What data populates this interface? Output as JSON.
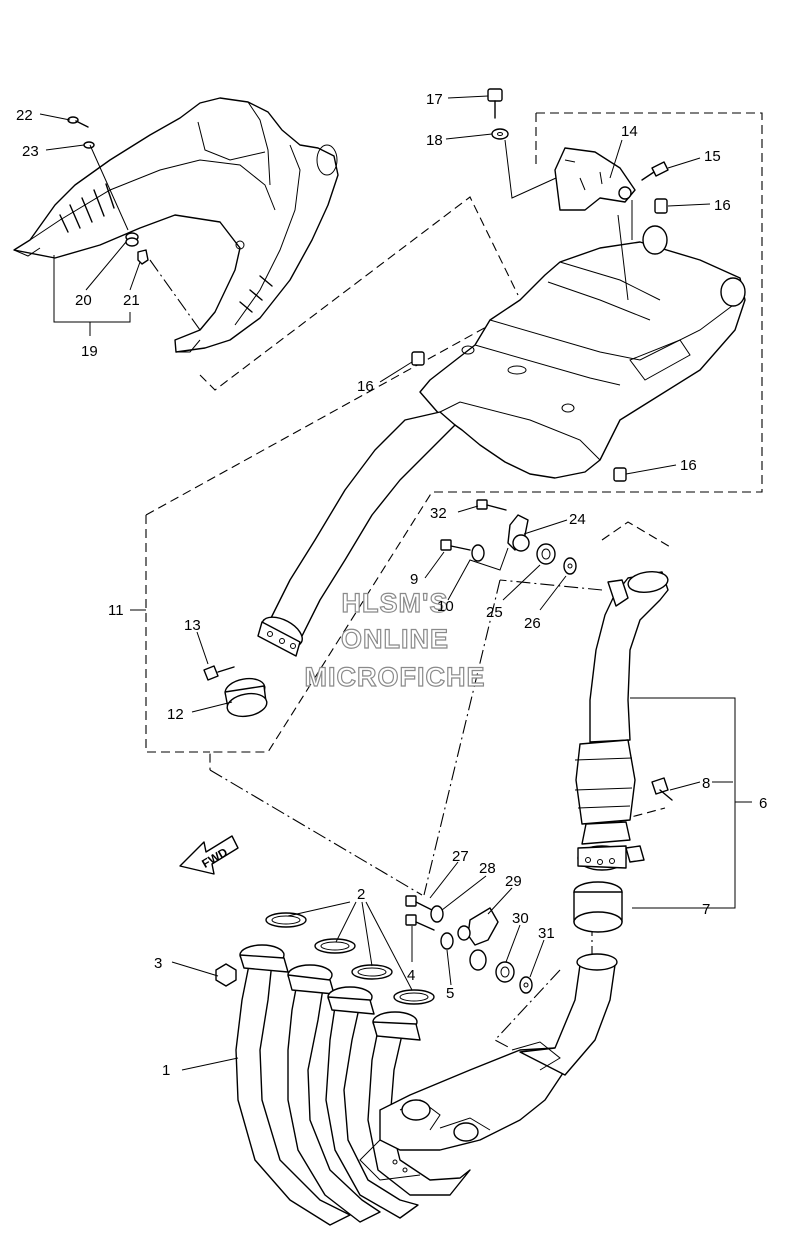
{
  "watermark": {
    "line1": "HLSM'S",
    "line2": "ONLINE",
    "line3": "MICROFICHE"
  },
  "fwd_label": "FWD",
  "callouts": {
    "c1": "1",
    "c2": "2",
    "c3": "3",
    "c4": "4",
    "c5": "5",
    "c6": "6",
    "c7": "7",
    "c8": "8",
    "c9": "9",
    "c10": "10",
    "c11": "11",
    "c12": "12",
    "c13": "13",
    "c14": "14",
    "c15": "15",
    "c16a": "16",
    "c16b": "16",
    "c16c": "16",
    "c17": "17",
    "c18": "18",
    "c19": "19",
    "c20": "20",
    "c21": "21",
    "c22": "22",
    "c23": "23",
    "c24": "24",
    "c25": "25",
    "c26": "26",
    "c27": "27",
    "c28": "28",
    "c29": "29",
    "c30": "30",
    "c31": "31",
    "c32": "32"
  }
}
